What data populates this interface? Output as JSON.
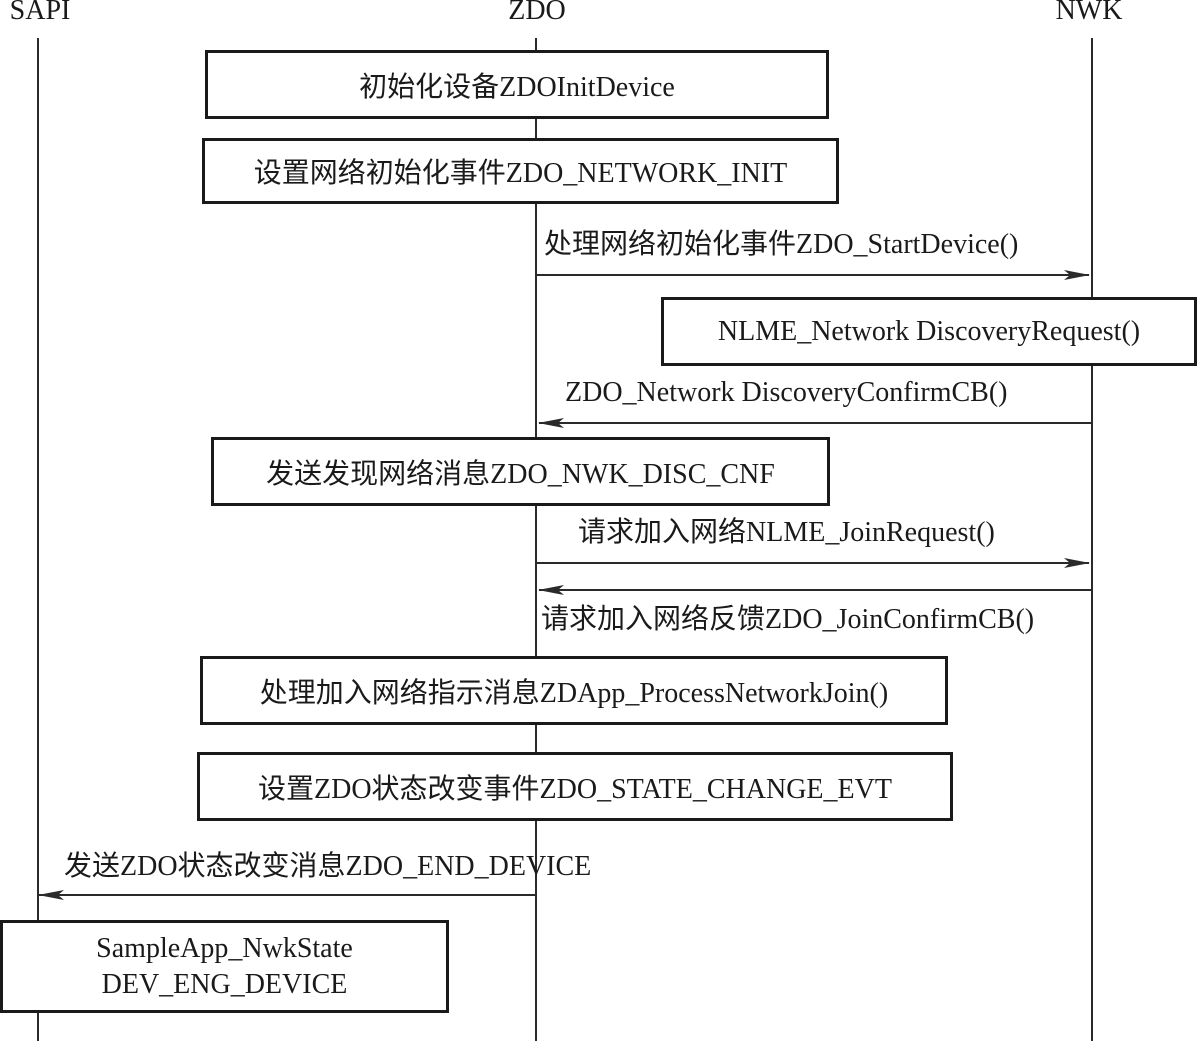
{
  "lanes": {
    "sapi": "SAPI",
    "zdo": "ZDO",
    "nwk": "NWK"
  },
  "steps": {
    "init_device": "初始化设备ZDOInitDevice",
    "set_network_init": "设置网络初始化事件ZDO_NETWORK_INIT",
    "process_network_init": "处理网络初始化事件ZDO_StartDevice()",
    "discovery_request": "NLME_Network DiscoveryRequest()",
    "discovery_confirm": "ZDO_Network DiscoveryConfirmCB()",
    "send_disc_cnf": "发送发现网络消息ZDO_NWK_DISC_CNF",
    "join_request": "请求加入网络NLME_JoinRequest()",
    "join_confirm": "请求加入网络反馈ZDO_JoinConfirmCB()",
    "process_network_join": "处理加入网络指示消息ZDApp_ProcessNetworkJoin()",
    "set_state_change": "设置ZDO状态改变事件ZDO_STATE_CHANGE_EVT",
    "send_end_device": "发送ZDO状态改变消息ZDO_END_DEVICE",
    "nwk_state_line1": "SampleApp_NwkState",
    "nwk_state_line2": "DEV_ENG_DEVICE"
  },
  "colors": {
    "line": "#2a2a2a",
    "text": "#1a1a1a",
    "background": "#ffffff"
  }
}
